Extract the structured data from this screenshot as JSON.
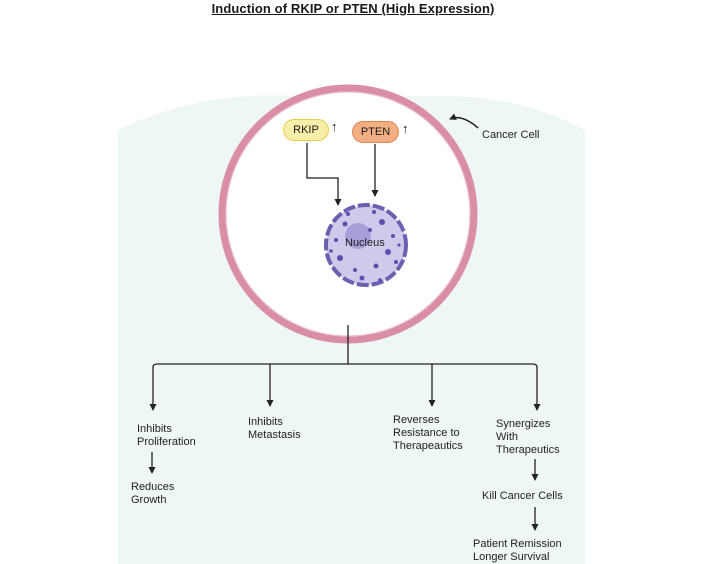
{
  "title": "Induction of RKIP or PTEN (High Expression)",
  "cell_label": "Cancer Cell",
  "proteins": [
    {
      "label": "RKIP",
      "arrow": "↑",
      "fill": "#f7eea9"
    },
    {
      "label": "PTEN",
      "arrow": "↑",
      "fill": "#f3ae84"
    }
  ],
  "nucleus_label": "Nucleus",
  "effects": {
    "proliferation": "Inhibits\nProliferation",
    "growth": "Reduces\nGrowth",
    "metastasis": "Inhibits\nMetastasis",
    "resistance": "Reverses\nResistance to\nTherapeautics",
    "synergy": "Synergizes\nWith\nTherapeutics",
    "kill": "Kill Cancer Cells",
    "remission": "Patient Remission\nLonger Survival"
  },
  "colors": {
    "membrane": "#d98ea6",
    "background_tissue": "#eef7f5",
    "nucleus_fill": "#c9c4e8",
    "nucleus_border": "#6c5fb0"
  }
}
